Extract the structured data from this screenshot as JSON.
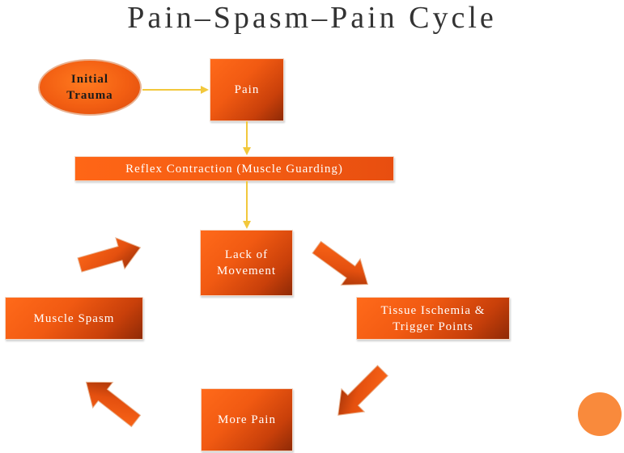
{
  "title": "Pain–Spasm–Pain Cycle",
  "nodes": {
    "initial_trauma": [
      "Initial",
      "Trauma"
    ],
    "pain": "Pain",
    "reflex": "Reflex Contraction (Muscle Guarding)",
    "lack_of_movement": [
      "Lack of",
      "Movement"
    ],
    "muscle_spasm": "Muscle Spasm",
    "tissue_ischemia": [
      "Tissue Ischemia &",
      "Trigger Points"
    ],
    "more_pain": "More Pain"
  },
  "colors": {
    "box_orange": "#f15a12",
    "box_dark": "#8f2a06",
    "connector_yellow": "#f2c83c",
    "decor_circle": "#f98a3c"
  }
}
